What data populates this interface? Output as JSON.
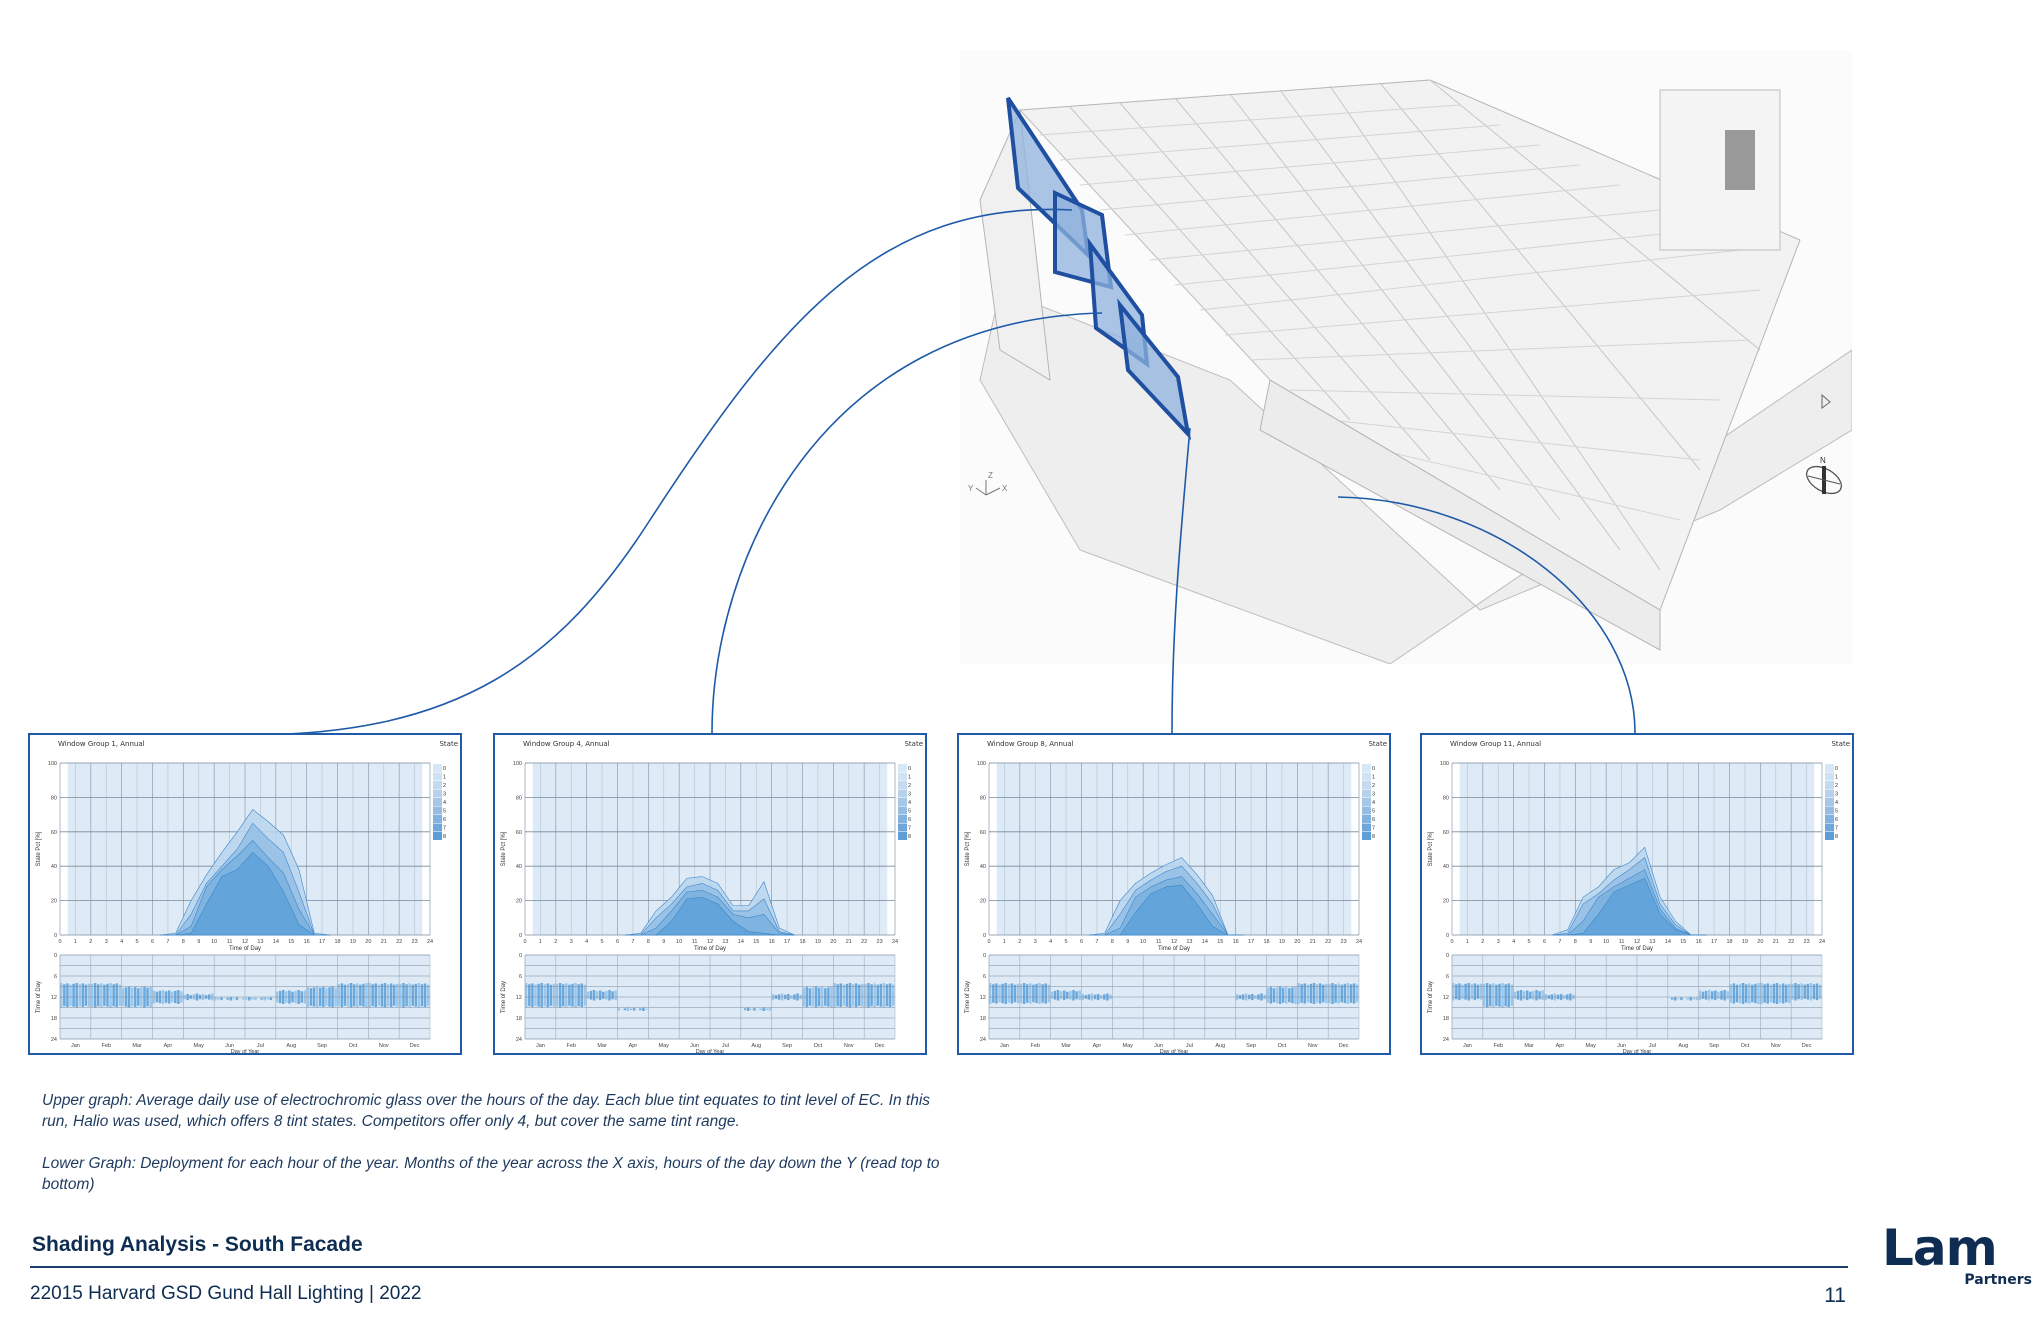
{
  "slide": {
    "title": "Shading Analysis - South Facade",
    "footer": "22015 Harvard GSD Gund Hall Lighting  |  2022",
    "page_number": "11",
    "logo": {
      "main": "Lam",
      "sub": "Partners"
    }
  },
  "caption": {
    "upper": "Upper graph: Average daily use of electrochromic glass over the hours of the day. Each blue tint equates to tint level of EC. In this run, Halio was used, which offers 8 tint states. Competitors offer only 4, but cover the same tint range.",
    "lower": "Lower Graph: Deployment for each hour of the year. Months of the year across the X axis, hours of the day down the Y (read top to bottom)"
  },
  "render": {
    "description": "3D model of Gund Hall with highlighted south-facade window groups",
    "axis_labels": {
      "z": "Z",
      "y": "Y",
      "x": "X"
    },
    "compass_label": "N",
    "highlight_color": "#1f5aa8"
  },
  "colors": {
    "accent": "#1f5aa8",
    "navy": "#0f2d52",
    "plot_bg": "#deebf7",
    "fill_dark": "#5aa3da"
  },
  "chart_data": [
    {
      "type": "area",
      "title": "Window Group 1, Annual",
      "legend_title": "State",
      "legend": [
        "0",
        "1",
        "2",
        "3",
        "4",
        "5",
        "6",
        "7",
        "8"
      ],
      "xlabel": "Time of Day",
      "ylabel": "State Pct [%]",
      "xlim": [
        0,
        24
      ],
      "ylim": [
        0,
        100
      ],
      "x_ticks": [
        0,
        1,
        2,
        3,
        4,
        5,
        6,
        7,
        8,
        9,
        10,
        11,
        12,
        13,
        14,
        15,
        16,
        17,
        18,
        19,
        20,
        21,
        22,
        23,
        24
      ],
      "y_ticks": [
        0,
        20,
        40,
        60,
        80,
        100
      ],
      "x": [
        6.5,
        7.5,
        8.5,
        9.5,
        10.5,
        11.5,
        12.5,
        13.5,
        14.5,
        15.5,
        16.5,
        17.5
      ],
      "series": [
        {
          "name": "total_tinted",
          "values": [
            0,
            1,
            20,
            35,
            48,
            60,
            73,
            66,
            58,
            38,
            1,
            0
          ]
        },
        {
          "name": "state_5plus",
          "values": [
            0,
            0,
            12,
            30,
            40,
            50,
            65,
            56,
            48,
            25,
            0,
            0
          ]
        },
        {
          "name": "state_7plus",
          "values": [
            0,
            0,
            5,
            28,
            38,
            46,
            55,
            45,
            36,
            15,
            0,
            0
          ]
        },
        {
          "name": "state_8",
          "values": [
            0,
            0,
            1,
            18,
            34,
            38,
            48,
            40,
            25,
            6,
            0,
            0
          ]
        }
      ],
      "heatmap": {
        "type": "heatmap",
        "xlabel": "Day of Year",
        "ylabel": "Time of Day",
        "y_ticks": [
          0,
          6,
          12,
          18,
          24
        ],
        "months": [
          "Jan",
          "Feb",
          "Mar",
          "Apr",
          "May",
          "Jun",
          "Jul",
          "Aug",
          "Sep",
          "Oct",
          "Nov",
          "Dec"
        ],
        "monthly_active_hours": [
          [
            8,
            15
          ],
          [
            8,
            15
          ],
          [
            9,
            15
          ],
          [
            10,
            14
          ],
          [
            11,
            13
          ],
          [
            12,
            13
          ],
          [
            12,
            13
          ],
          [
            10,
            14
          ],
          [
            9,
            15
          ],
          [
            8,
            15
          ],
          [
            8,
            15
          ],
          [
            8,
            15
          ]
        ]
      }
    },
    {
      "type": "area",
      "title": "Window Group 4, Annual",
      "legend_title": "State",
      "legend": [
        "0",
        "1",
        "2",
        "3",
        "4",
        "5",
        "6",
        "7",
        "8"
      ],
      "xlabel": "Time of Day",
      "ylabel": "State Pct [%]",
      "xlim": [
        0,
        24
      ],
      "ylim": [
        0,
        100
      ],
      "x_ticks": [
        0,
        1,
        2,
        3,
        4,
        5,
        6,
        7,
        8,
        9,
        10,
        11,
        12,
        13,
        14,
        15,
        16,
        17,
        18,
        19,
        20,
        21,
        22,
        23,
        24
      ],
      "y_ticks": [
        0,
        20,
        40,
        60,
        80,
        100
      ],
      "x": [
        6.5,
        7.5,
        8.5,
        9.5,
        10.5,
        11.5,
        12.5,
        13.5,
        14.5,
        15.5,
        16.5,
        17.5
      ],
      "series": [
        {
          "name": "total_tinted",
          "values": [
            0,
            1,
            14,
            22,
            33,
            34,
            30,
            17,
            17,
            31,
            4,
            0
          ]
        },
        {
          "name": "state_5plus",
          "values": [
            0,
            0,
            10,
            18,
            28,
            30,
            26,
            14,
            14,
            21,
            2,
            0
          ]
        },
        {
          "name": "state_7plus",
          "values": [
            0,
            0,
            4,
            14,
            25,
            26,
            22,
            12,
            10,
            12,
            1,
            0
          ]
        },
        {
          "name": "state_8",
          "values": [
            0,
            0,
            0,
            8,
            21,
            22,
            18,
            8,
            2,
            1,
            0,
            0
          ]
        }
      ],
      "heatmap": {
        "type": "heatmap",
        "xlabel": "Day of Year",
        "ylabel": "Time of Day",
        "y_ticks": [
          0,
          6,
          12,
          18,
          24
        ],
        "months": [
          "Jan",
          "Feb",
          "Mar",
          "Apr",
          "May",
          "Jun",
          "Jul",
          "Aug",
          "Sep",
          "Oct",
          "Nov",
          "Dec"
        ],
        "monthly_active_hours": [
          [
            8,
            15
          ],
          [
            8,
            15
          ],
          [
            10,
            13
          ],
          [
            15,
            16
          ],
          null,
          null,
          null,
          [
            15,
            16
          ],
          [
            11,
            13
          ],
          [
            9,
            15
          ],
          [
            8,
            15
          ],
          [
            8,
            15
          ]
        ]
      }
    },
    {
      "type": "area",
      "title": "Window Group 8, Annual",
      "legend_title": "State",
      "legend": [
        "0",
        "1",
        "2",
        "3",
        "4",
        "5",
        "6",
        "7",
        "8"
      ],
      "xlabel": "Time of Day",
      "ylabel": "State Pct [%]",
      "xlim": [
        0,
        24
      ],
      "ylim": [
        0,
        100
      ],
      "x_ticks": [
        0,
        1,
        2,
        3,
        4,
        5,
        6,
        7,
        8,
        9,
        10,
        11,
        12,
        13,
        14,
        15,
        16,
        17,
        18,
        19,
        20,
        21,
        22,
        23,
        24
      ],
      "y_ticks": [
        0,
        20,
        40,
        60,
        80,
        100
      ],
      "x": [
        6.5,
        7.5,
        8.5,
        9.5,
        10.5,
        11.5,
        12.5,
        13.5,
        14.5,
        15.5,
        16.5
      ],
      "series": [
        {
          "name": "total_tinted",
          "values": [
            0,
            1,
            20,
            30,
            36,
            41,
            45,
            35,
            23,
            0,
            0
          ]
        },
        {
          "name": "state_5plus",
          "values": [
            0,
            0,
            12,
            26,
            32,
            37,
            40,
            30,
            18,
            0,
            0
          ]
        },
        {
          "name": "state_7plus",
          "values": [
            0,
            0,
            4,
            22,
            28,
            32,
            34,
            24,
            12,
            0,
            0
          ]
        },
        {
          "name": "state_8",
          "values": [
            0,
            0,
            0,
            13,
            24,
            28,
            29,
            18,
            5,
            0,
            0
          ]
        }
      ],
      "heatmap": {
        "type": "heatmap",
        "xlabel": "Day of Year",
        "ylabel": "Time of Day",
        "y_ticks": [
          0,
          6,
          12,
          18,
          24
        ],
        "months": [
          "Jan",
          "Feb",
          "Mar",
          "Apr",
          "May",
          "Jun",
          "Jul",
          "Aug",
          "Sep",
          "Oct",
          "Nov",
          "Dec"
        ],
        "monthly_active_hours": [
          [
            8,
            14
          ],
          [
            8,
            14
          ],
          [
            10,
            13
          ],
          [
            11,
            13
          ],
          null,
          null,
          null,
          null,
          [
            11,
            13
          ],
          [
            9,
            14
          ],
          [
            8,
            14
          ],
          [
            8,
            14
          ]
        ]
      }
    },
    {
      "type": "area",
      "title": "Window Group 11, Annual",
      "legend_title": "State",
      "legend": [
        "0",
        "1",
        "2",
        "3",
        "4",
        "5",
        "6",
        "7",
        "8"
      ],
      "xlabel": "Time of Day",
      "ylabel": "State Pct [%]",
      "xlim": [
        0,
        24
      ],
      "ylim": [
        0,
        100
      ],
      "x_ticks": [
        0,
        1,
        2,
        3,
        4,
        5,
        6,
        7,
        8,
        9,
        10,
        11,
        12,
        13,
        14,
        15,
        16,
        17,
        18,
        19,
        20,
        21,
        22,
        23,
        24
      ],
      "y_ticks": [
        0,
        20,
        40,
        60,
        80,
        100
      ],
      "x": [
        6.5,
        7.5,
        8.5,
        9.5,
        10.5,
        11.5,
        12.5,
        13.5,
        14.5,
        15.5,
        16.5
      ],
      "series": [
        {
          "name": "total_tinted",
          "values": [
            0,
            3,
            22,
            28,
            38,
            42,
            51,
            22,
            8,
            0,
            0
          ]
        },
        {
          "name": "state_5plus",
          "values": [
            0,
            1,
            18,
            24,
            32,
            38,
            45,
            18,
            6,
            0,
            0
          ]
        },
        {
          "name": "state_7plus",
          "values": [
            0,
            0,
            8,
            22,
            28,
            33,
            38,
            15,
            4,
            0,
            0
          ]
        },
        {
          "name": "state_8",
          "values": [
            0,
            0,
            1,
            12,
            25,
            29,
            33,
            12,
            3,
            0,
            0
          ]
        }
      ],
      "heatmap": {
        "type": "heatmap",
        "xlabel": "Day of Year",
        "ylabel": "Time of Day",
        "y_ticks": [
          0,
          6,
          12,
          18,
          24
        ],
        "months": [
          "Jan",
          "Feb",
          "Mar",
          "Apr",
          "May",
          "Jun",
          "Jul",
          "Aug",
          "Sep",
          "Oct",
          "Nov",
          "Dec"
        ],
        "monthly_active_hours": [
          [
            8,
            13
          ],
          [
            8,
            15
          ],
          [
            10,
            13
          ],
          [
            11,
            13
          ],
          null,
          null,
          null,
          [
            12,
            13
          ],
          [
            10,
            13
          ],
          [
            8,
            14
          ],
          [
            8,
            14
          ],
          [
            8,
            13
          ]
        ]
      }
    }
  ]
}
